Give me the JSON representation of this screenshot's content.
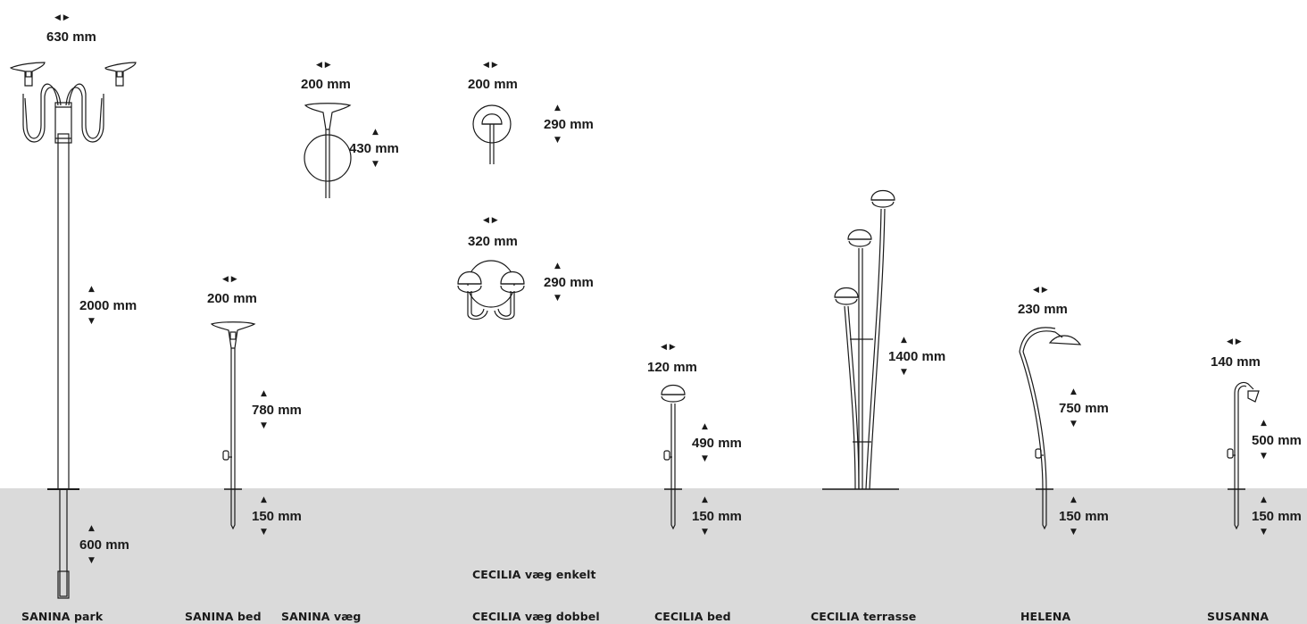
{
  "colors": {
    "ground": "#dadada",
    "ink": "#1a1a1a"
  },
  "products": {
    "sanina_park": {
      "name": "SANINA park",
      "width": "630 mm",
      "height": "2000 mm",
      "depth": "600 mm"
    },
    "sanina_bed": {
      "name": "SANINA bed",
      "width": "200 mm",
      "height": "780 mm",
      "depth": "150 mm"
    },
    "sanina_vaeg": {
      "name": "SANINA væg",
      "width": "200 mm",
      "height": "430 mm"
    },
    "cecilia_vaeg_enkelt": {
      "name": "CECILIA væg enkelt",
      "width": "200 mm",
      "height": "290 mm"
    },
    "cecilia_vaeg_dobbel": {
      "name": "CECILIA væg dobbel",
      "width": "320 mm",
      "height": "290 mm"
    },
    "cecilia_bed": {
      "name": "CECILIA bed",
      "width": "120 mm",
      "height": "490 mm",
      "depth": "150 mm"
    },
    "cecilia_terrasse": {
      "name": "CECILIA terrasse",
      "height": "1400 mm"
    },
    "helena": {
      "name": "HELENA",
      "width": "230 mm",
      "height": "750 mm",
      "depth": "150 mm"
    },
    "susanna": {
      "name": "SUSANNA",
      "width": "140 mm",
      "height": "500 mm",
      "depth": "150 mm"
    }
  }
}
